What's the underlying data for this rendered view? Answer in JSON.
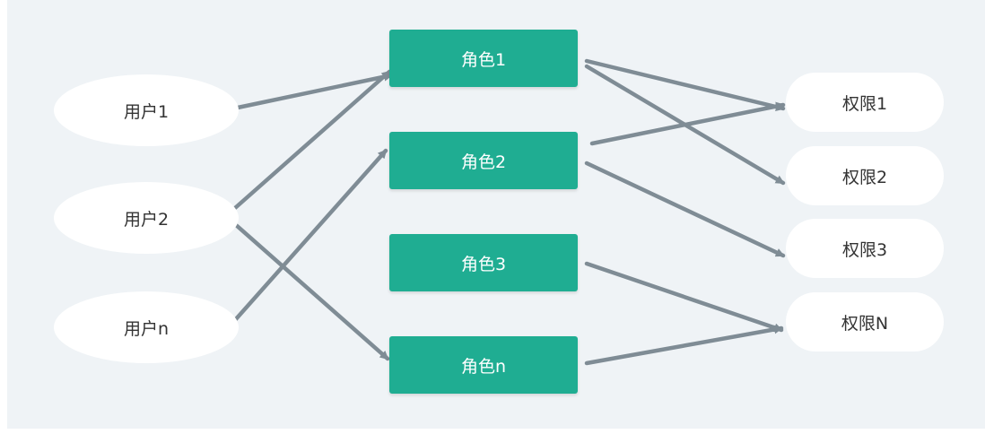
{
  "users": [
    {
      "id": "u1",
      "label": "用户1"
    },
    {
      "id": "u2",
      "label": "用户2"
    },
    {
      "id": "un",
      "label": "用户n"
    }
  ],
  "roles": [
    {
      "id": "r1",
      "label": "角色1"
    },
    {
      "id": "r2",
      "label": "角色2"
    },
    {
      "id": "r3",
      "label": "角色3"
    },
    {
      "id": "rn",
      "label": "角色n"
    }
  ],
  "permissions": [
    {
      "id": "p1",
      "label": "权限1"
    },
    {
      "id": "p2",
      "label": "权限2"
    },
    {
      "id": "p3",
      "label": "权限3"
    },
    {
      "id": "pn",
      "label": "权限N"
    }
  ],
  "edges": [
    {
      "from": "u1",
      "to": "r1"
    },
    {
      "from": "u2",
      "to": "r1"
    },
    {
      "from": "u2",
      "to": "rn"
    },
    {
      "from": "un",
      "to": "r2"
    },
    {
      "from": "r1",
      "to": "p1"
    },
    {
      "from": "r1",
      "to": "p2"
    },
    {
      "from": "r2",
      "to": "p1"
    },
    {
      "from": "r2",
      "to": "p3"
    },
    {
      "from": "r3",
      "to": "pn"
    },
    {
      "from": "rn",
      "to": "pn"
    }
  ],
  "colors": {
    "role_fill": "#1fad92",
    "arrow": "#7f8c95",
    "background": "#eff3f6",
    "node_fill": "#ffffff"
  }
}
